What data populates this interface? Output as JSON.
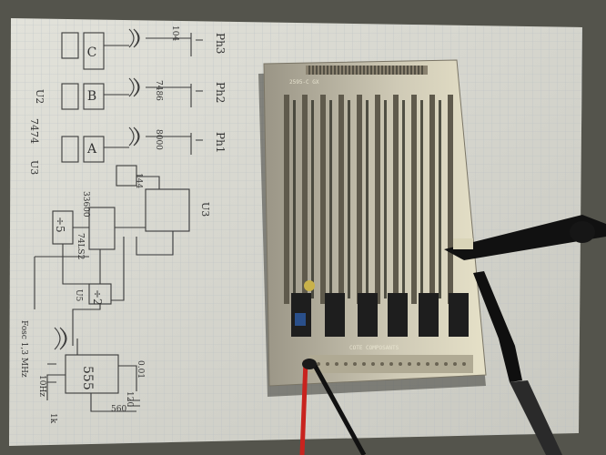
{
  "photo": {
    "kind": "photograph",
    "colors": {
      "background": "#5a5a52",
      "paper": "#dcdcd4",
      "grid": "#b9bfc4",
      "pcb": "#c9c4b2",
      "pcb_dark": "#6f6a5c",
      "chip": "#1e1e1e",
      "probe": "#111111",
      "clip_red": "#c8231e"
    }
  },
  "schematic": {
    "labels": {
      "u2": "U2",
      "u2_part": "7474",
      "u3": "U3",
      "block_a": "A",
      "block_b": "B",
      "block_c": "C",
      "ph1": "Ph1",
      "ph2": "Ph2",
      "ph3": "Ph3",
      "u5": "U5",
      "u5_part": "74LS2",
      "div_a": "÷5",
      "div_b": "÷2",
      "timer": "555",
      "u3_right": "U3",
      "freq": "Fosc 1,3 MHz",
      "freq2": "10Hz",
      "val_104": "104",
      "val_7486": "7486",
      "val_8000": "8000",
      "val_33600": "33600",
      "val_144": "144",
      "val_1k": "1k",
      "val_120": "120",
      "val_001": "0.01",
      "val_560": "560"
    }
  },
  "board": {
    "silk_label": "COTE COMPOSANTS",
    "ref": "2595-C GX"
  }
}
